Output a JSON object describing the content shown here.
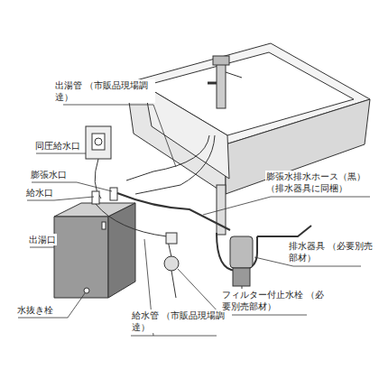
{
  "diagram": {
    "labels": [
      "出湯管 （市販品現場調達）",
      "同圧給水口",
      "膨張水口",
      "給水口",
      "出湯口",
      "水抜き栓",
      "給水管 （市販品現場調達）",
      "フィルター付止水栓 （必要別売部材）",
      "排水器具 （必要別売部材）",
      "膨張水排水ホース（黒） （排水器具に同梱）"
    ]
  }
}
